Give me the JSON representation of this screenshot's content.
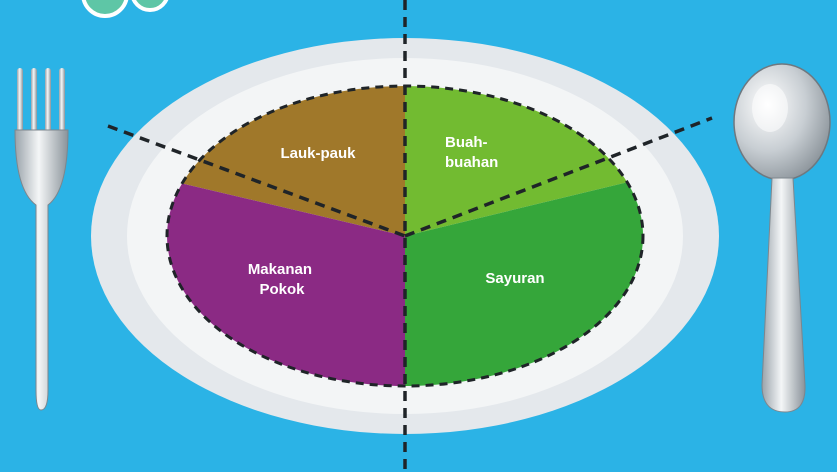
{
  "plate": {
    "segments": [
      {
        "id": "lauk-pauk",
        "lines": [
          "Lauk-pauk"
        ],
        "color": "#a0782a"
      },
      {
        "id": "buah-buahan",
        "lines": [
          "Buah-",
          "buahan"
        ],
        "color": "#72bb31"
      },
      {
        "id": "sayuran",
        "lines": [
          "Sayuran"
        ],
        "color": "#35a63a"
      },
      {
        "id": "makanan-pokok",
        "lines": [
          "Makanan",
          "Pokok"
        ],
        "color": "#8b2a84"
      }
    ]
  },
  "colors": {
    "background": "#2bb3e6",
    "plate_rim": "#e4e8ec",
    "plate_inner": "#f3f5f6",
    "divider": "#1f2428"
  },
  "icons": {
    "left": "fork-icon",
    "right": "spoon-icon",
    "corner": "logo-icon"
  }
}
